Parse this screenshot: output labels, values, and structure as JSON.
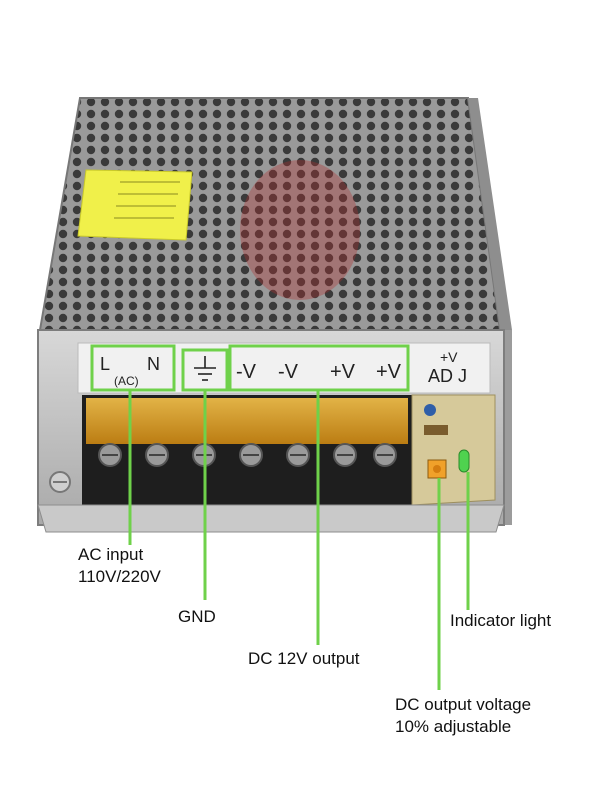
{
  "panel_markings": {
    "line": "L",
    "neutral": "N",
    "ac": "(AC)",
    "ground_symbol": "⏚",
    "neg1": "-V",
    "neg2": "-V",
    "pos1": "+V",
    "pos2": "+V",
    "adj_top": "+V",
    "adj_bottom": "AD J"
  },
  "callouts": {
    "ac_input_line1": "AC input",
    "ac_input_line2": "110V/220V",
    "gnd": "GND",
    "dc_output": "DC 12V output",
    "indicator": "Indicator light",
    "voltage_line1": "DC output voltage",
    "voltage_line2": "10% adjustable"
  },
  "colors": {
    "callout_green": "#6fd14a",
    "terminal_amber": "#e8a21c",
    "case_silver": "#b9b9b9",
    "label_sticker": "#f0f04a"
  },
  "icons": {
    "ground": "ground-icon",
    "led": "led-icon"
  }
}
